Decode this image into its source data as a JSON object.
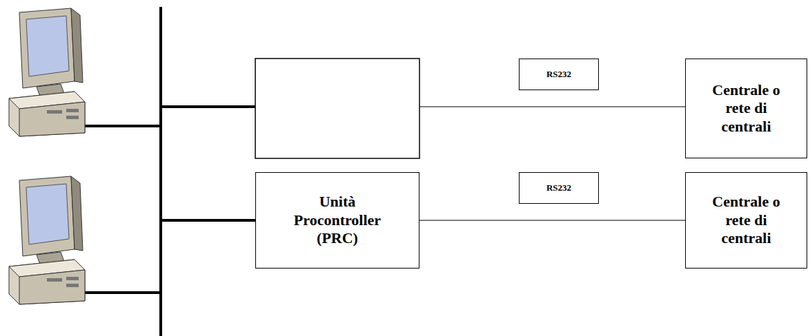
{
  "diagram": {
    "nodes": [
      {
        "text": [
          "RS232"
        ]
      },
      {
        "text": [
          "Centrale o rete di centrali"
        ]
      },
      {
        "text": [
          "Unità Procontroller (PRC)"
        ]
      },
      {
        "text": [
          "RS232"
        ]
      },
      {
        "text": [
          "Centrale o rete di centrali"
        ]
      }
    ],
    "edges": [
      {
        "from": 2,
        "to": 4,
        "arrow": "none"
      }
    ]
  }
}
